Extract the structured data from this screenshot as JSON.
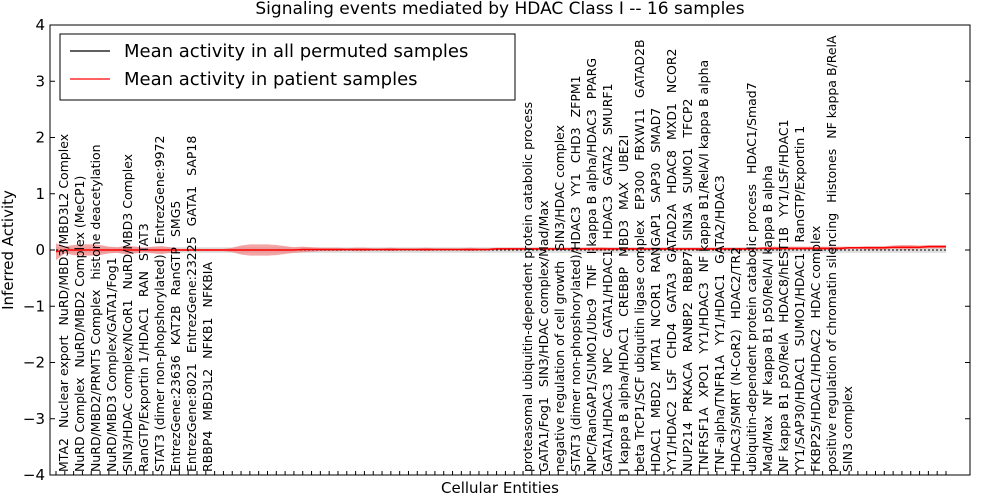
{
  "chart_data": {
    "type": "line",
    "title": "Signaling events mediated by HDAC Class I -- 16 samples",
    "xlabel": "Cellular Entities",
    "ylabel": "Inferred Activity",
    "ylim": [
      -4,
      4
    ],
    "yticks": [
      "4",
      "3",
      "2",
      "1",
      "0",
      "−1",
      "−2",
      "−3",
      "−4"
    ],
    "grid": false,
    "legend_position": "top-left",
    "legend": [
      {
        "label": "Mean activity in all permuted samples",
        "color": "#000000"
      },
      {
        "label": "Mean activity in patient samples",
        "color": "#ff0000"
      }
    ],
    "colors": {
      "patient_line": "#ff0000",
      "patient_band": "#f08080",
      "permuted_band": "#c8c8c8",
      "permuted_line": "#000000"
    },
    "categories": [
      "MTA2",
      "Nuclear export",
      "NuRD/MBD3/MBD3L2 Complex",
      "NuRD Complex",
      "NuRD/MBD2 Complex (MeCP1)",
      "NuRD/MBD2/PRMT5 Complex",
      "histone deacetylation",
      "NuRD/MBD3 Complex/GATA1/Fog1",
      "SIN3/HDAC complex/NCoR1",
      "NuRD/MBD3 Complex",
      "RanGTP/Exportin 1/HDAC1",
      "RAN",
      "STAT3",
      "STAT3 (dimer non-phopshorylated)",
      "EntrezGene:9972",
      "EntrezGene:23636",
      "KAT2B",
      "RanGTP",
      "SMG5",
      "EntrezGene:8021",
      "EntrezGene:23225",
      "GATA1",
      "SAP18",
      "RBBP4",
      "MBD3L2",
      "NFKB1",
      "NFKBIA",
      "proteasomal ubiquitin-dependent protein catabolic process",
      "GATA1/Fog1",
      "SIN3/HDAC complex/Mad/Max",
      "negative regulation of cell growth",
      "SIN3/HDAC complex",
      "STAT3 (dimer non-phopshorylated)/HDAC3",
      "YY1",
      "CHD3",
      "ZFPM1",
      "NPC/RanGAP1/SUMO1/Ubc9",
      "TNF",
      "I kappa B alpha/HDAC3",
      "PPARG",
      "GATA1/HDAC3",
      "NPC",
      "GATA1/HDAC1",
      "HDAC3",
      "GATA2",
      "SMURF1",
      "I kappa B alpha/HDAC1",
      "CREBBP",
      "MBD3",
      "MAX",
      "UBE2I",
      "beta TrCP1/SCF ubiquitin ligase complex",
      "EP300",
      "FBXW11",
      "GATAD2B",
      "HDAC1",
      "MBD2",
      "MTA1",
      "NCOR1",
      "RANGAP1",
      "SAP30",
      "SMAD7",
      "YY1/HDAC2",
      "LSF",
      "CHD4",
      "GATA3",
      "GATAD2A",
      "HDAC8",
      "MXD1",
      "NCOR2",
      "NUP214",
      "PRKACA",
      "RANBP2",
      "RBBP7",
      "SIN3A",
      "SUMO1",
      "TFCP2",
      "TNFRSF1A",
      "XPO1",
      "YY1/HDAC3",
      "NF kappa B1/RelA/I kappa B alpha",
      "TNF-alpha/TNFR1A",
      "YY1/HDAC1",
      "GATA2/HDAC3",
      "HDAC3/SMRT (N-CoR2)",
      "HDAC2/TR2",
      "ubiquitin-dependent protein catabolic process",
      "HDAC1/Smad7",
      "Mad/Max",
      "NF kappa B1 p50/RelA/I kappa B alpha",
      "NF kappa B1 p50/RelA",
      "HDAC8/hEST1B",
      "YY1/LSF/HDAC1",
      "YY1/SAP30/HDAC1",
      "SUMO1/HDAC1",
      "RanGTP/Exportin 1",
      "FKBP25/HDAC1/HDAC2",
      "HDAC complex",
      "positive regulation of chromatin silencing",
      "Histones",
      "NF kappa B/RelA",
      "SIN3 complex"
    ],
    "patient_mean": [
      -0.03,
      0,
      0,
      0,
      0,
      0,
      0,
      0,
      0,
      0,
      0,
      0,
      0,
      0,
      0,
      0,
      0,
      0,
      0,
      0,
      0,
      0,
      0,
      0,
      0,
      0,
      0,
      0,
      0.01,
      0.01,
      0.01,
      0.01,
      0.01,
      0.01,
      0.01,
      0.01,
      0.01,
      0.01,
      0.01,
      0.01,
      0.01,
      0.01,
      0.01,
      0.01,
      0.01,
      0.01,
      0.01,
      0.01,
      0.01,
      0.01,
      0.02,
      0.02,
      0.02,
      0.02,
      0.02,
      0.02,
      0.02,
      0.02,
      0.02,
      0.02,
      0.02,
      0.02,
      0.02,
      0.02,
      0.02,
      0.02,
      0.02,
      0.02,
      0.02,
      0.02,
      0.02,
      0.02,
      0.02,
      0.02,
      0.02,
      0.02,
      0.02,
      0.02,
      0.02,
      0.02,
      0.03,
      0.03,
      0.03,
      0.03,
      0.03,
      0.03,
      0.03,
      0.03,
      0.03,
      0.03,
      0.04,
      0.04,
      0.04,
      0.04,
      0.04,
      0.05,
      0.05,
      0.05,
      0.05,
      0.06,
      0.06,
      0.06
    ],
    "patient_spread": [
      0.15,
      0.06,
      0.09,
      0.1,
      0.1,
      0.09,
      0.06,
      0.05,
      0.08,
      0.06,
      0.04,
      0.06,
      0.07,
      0.05,
      0.02,
      0.02,
      0.02,
      0.02,
      0.02,
      0.02,
      0.04,
      0.08,
      0.1,
      0.1,
      0.1,
      0.09,
      0.07,
      0.05,
      0.05,
      0.04,
      0.03,
      0.03,
      0.03,
      0.02,
      0.03,
      0.03,
      0.02,
      0.02,
      0.03,
      0.02,
      0.02,
      0.02,
      0.03,
      0.02,
      0.02,
      0.02,
      0.02,
      0.03,
      0.02,
      0.02,
      0.02,
      0.02,
      0.02,
      0.02,
      0.02,
      0.02,
      0.02,
      0.02,
      0.02,
      0.02,
      0.02,
      0.03,
      0.03,
      0.02,
      0.02,
      0.02,
      0.02,
      0.02,
      0.02,
      0.02,
      0.02,
      0.02,
      0.02,
      0.02,
      0.02,
      0.02,
      0.02,
      0.02,
      0.02,
      0.02,
      0.02,
      0.03,
      0.03,
      0.03,
      0.03,
      0.03,
      0.03,
      0.03,
      0.03,
      0.03,
      0.02,
      0.02,
      0.03,
      0.03,
      0.03,
      0.03,
      0.04,
      0.04,
      0.03,
      0.03,
      0.03,
      0.03
    ],
    "permuted_mean": 0,
    "permuted_spread": 0.05
  }
}
